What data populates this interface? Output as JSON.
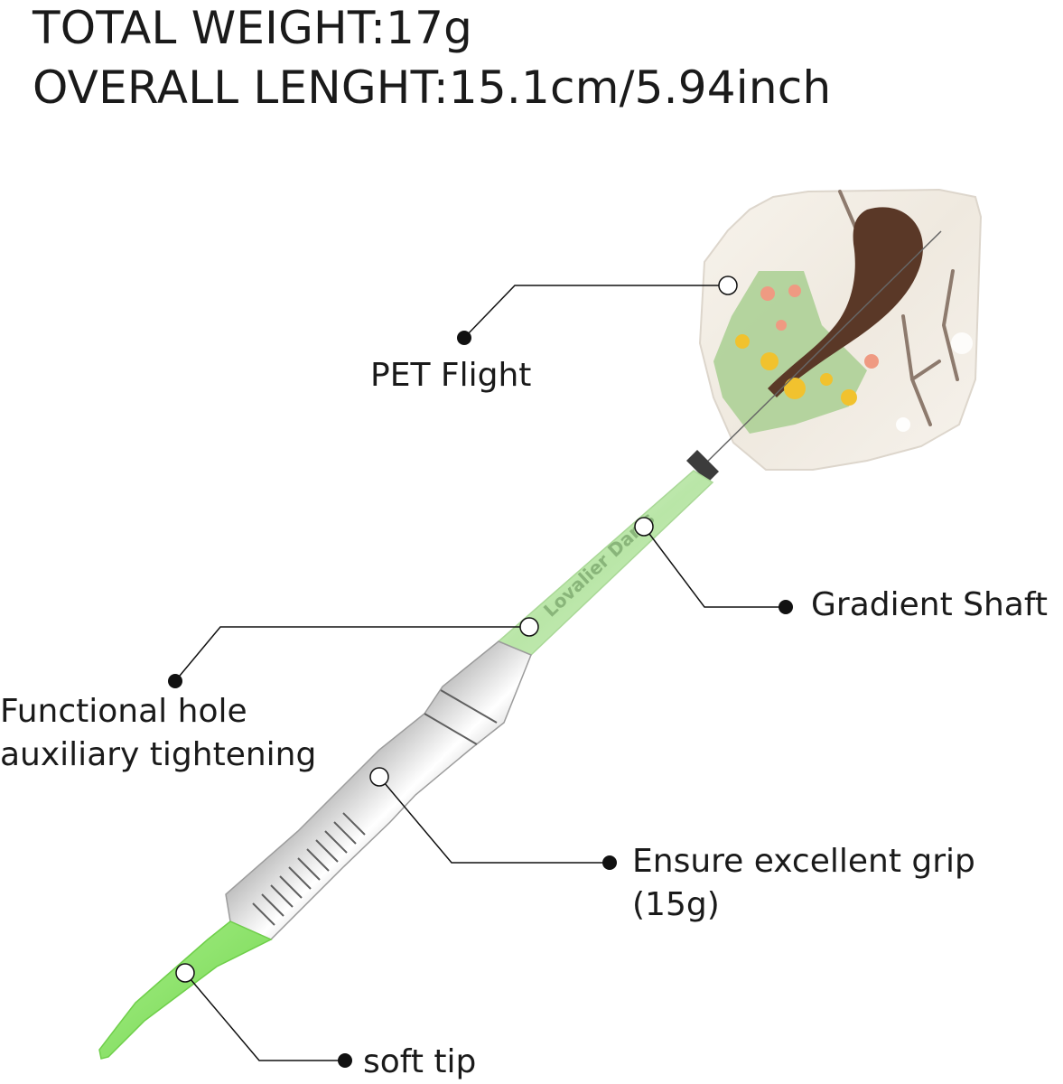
{
  "specs": {
    "total_weight": "TOTAL WEIGHT:17g",
    "overall_length": "OVERALL LENGHT:15.1cm/5.94inch"
  },
  "callouts": {
    "flight": "PET Flight",
    "shaft": "Gradient Shaft",
    "hole_line1": "Functional hole",
    "hole_line2": "auxiliary tightening",
    "grip_line1": "Ensure excellent grip",
    "grip_line2": "(15g)",
    "tip": "soft tip"
  },
  "shaft_brand_text": "Lovalier Darts",
  "colors": {
    "background": "#ffffff",
    "text": "#1a1a1a",
    "shaft_green": "#b9e6a7",
    "tip_green": "#8be36a",
    "barrel_silver": "#c9c9c9",
    "leader_line": "#111111"
  }
}
